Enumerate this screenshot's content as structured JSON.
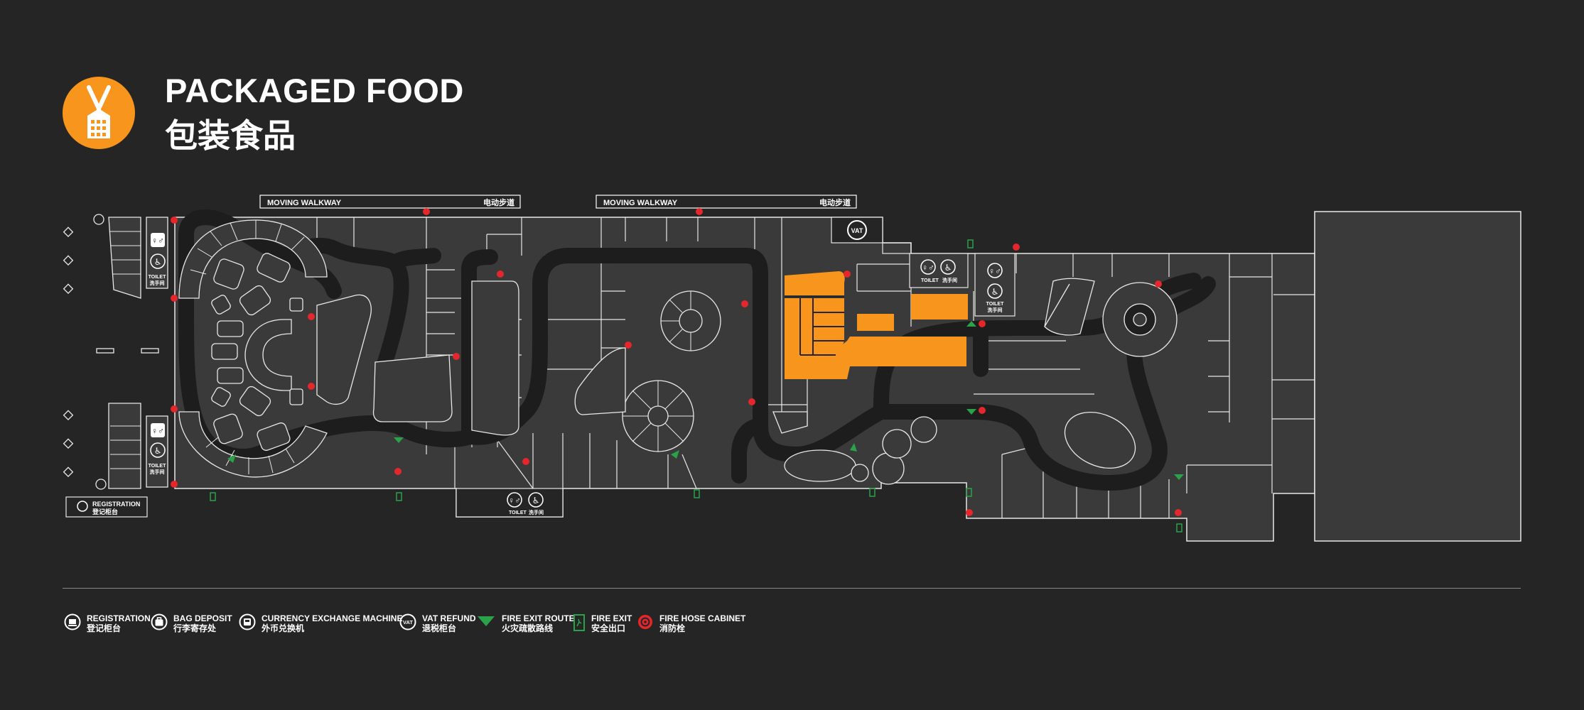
{
  "header": {
    "title_en": "PACKAGED FOOD",
    "title_zh": "包装食品",
    "icon": "packaged-food-icon",
    "accent_color": "#f7951d"
  },
  "map": {
    "moving_walkways": [
      {
        "label_en": "MOVING WALKWAY",
        "label_zh": "电动步道"
      },
      {
        "label_en": "MOVING WALKWAY",
        "label_zh": "电动步道"
      }
    ],
    "toilets": [
      {
        "label_en": "TOILET",
        "label_zh": "洗手间"
      },
      {
        "label_en": "TOILET",
        "label_zh": "洗手间"
      },
      {
        "label_en": "TOILET",
        "label_zh": "洗手间"
      },
      {
        "label_en": "TOILET",
        "label_zh": "洗手间"
      },
      {
        "label_en": "TOILET",
        "label_zh": "洗手间"
      }
    ],
    "vat_label": "VAT",
    "registration_box": {
      "label_en": "REGISTRATION",
      "label_zh": "登记柜台"
    },
    "highlight_color": "#f7951d",
    "fire_hose_color": "#e5262b",
    "fire_exit_color": "#2ba14a"
  },
  "legend": [
    {
      "icon": "registration-icon",
      "label_en": "REGISTRATION",
      "label_zh": "登记柜台"
    },
    {
      "icon": "bag-deposit-icon",
      "label_en": "BAG DEPOSIT",
      "label_zh": "行李寄存处"
    },
    {
      "icon": "currency-exchange-icon",
      "label_en": "CURRENCY EXCHANGE MACHINE",
      "label_zh": "外币兑换机"
    },
    {
      "icon": "vat-refund-icon",
      "label_en": "VAT REFUND",
      "label_zh": "退税柜台",
      "icon_text": "VAT"
    },
    {
      "icon": "fire-exit-route-icon",
      "label_en": "FIRE EXIT ROUTE",
      "label_zh": "火灾疏散路线"
    },
    {
      "icon": "fire-exit-icon",
      "label_en": "FIRE EXIT",
      "label_zh": "安全出口"
    },
    {
      "icon": "fire-hose-cabinet-icon",
      "label_en": "FIRE HOSE CABINET",
      "label_zh": "消防栓"
    }
  ]
}
